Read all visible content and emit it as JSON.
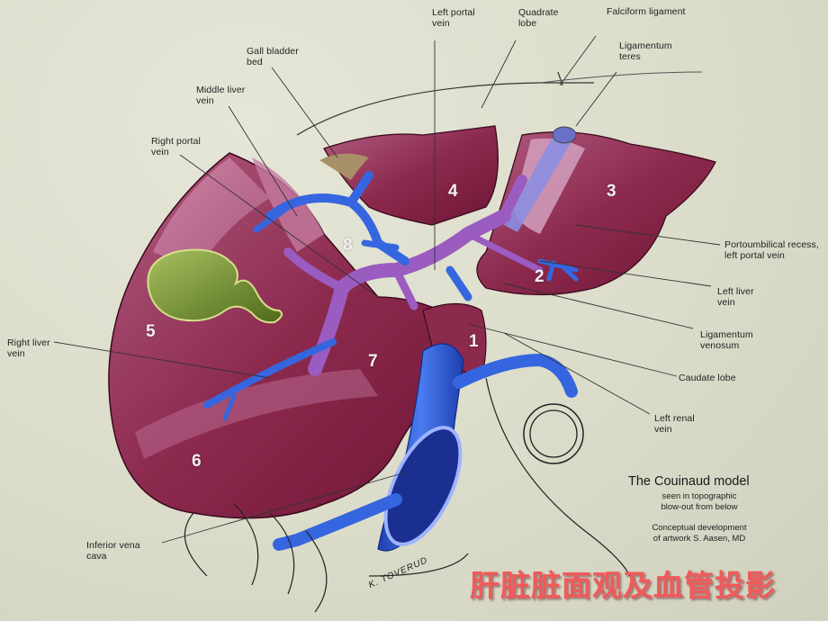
{
  "figure": {
    "title": "The Couinaud model",
    "subtitle": "seen in topographic\nblow-out from below",
    "credit": "Conceptual development\nof artwork S. Aasen, MD",
    "signature": "K. TOVERUD",
    "caption_zh": "肝脏脏面观及血管投影"
  },
  "labels": {
    "left_portal_vein": "Left portal\nvein",
    "quadrate_lobe": "Quadrate\nlobe",
    "falciform_ligament": "Falciform ligament",
    "ligamentum_teres": "Ligamentum\nteres",
    "gall_bladder_bed": "Gall bladder\nbed",
    "middle_liver_vein": "Middle liver\nvein",
    "right_portal_vein": "Right portal\nvein",
    "right_liver_vein": "Right liver\nvein",
    "inferior_vena_cava": "Inferior vena\ncava",
    "portoumbilical_recess": "Portoumbilical recess,\nleft portal vein",
    "left_liver_vein": "Left liver\nvein",
    "ligamentum_venosum": "Ligamentum\nvenosum",
    "caudate_lobe": "Caudate lobe",
    "left_renal_vein": "Left renal\nvein"
  },
  "segments": [
    "1",
    "2",
    "3",
    "4",
    "5",
    "6",
    "7",
    "8"
  ],
  "colors": {
    "background": "#dcdccc",
    "liver_dark": "#7a1a3c",
    "liver_mid": "#9a3358",
    "liver_light": "#c77a9c",
    "vein_blue": "#2f5fd8",
    "portal_purple": "#9a5cc0",
    "gallbladder_green": "#6f8a2a",
    "caption_red": "#f05a5a"
  }
}
